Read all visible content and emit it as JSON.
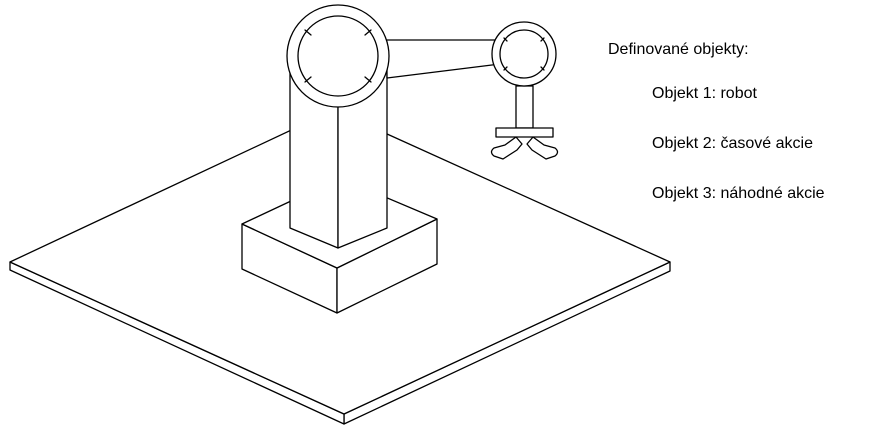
{
  "legend": {
    "title": "Definované objekty:",
    "items": [
      {
        "label": "Objekt 1: robot"
      },
      {
        "label": "Objekt 2: časové akcie"
      },
      {
        "label": "Objekt 3: náhodné akcie"
      }
    ]
  }
}
